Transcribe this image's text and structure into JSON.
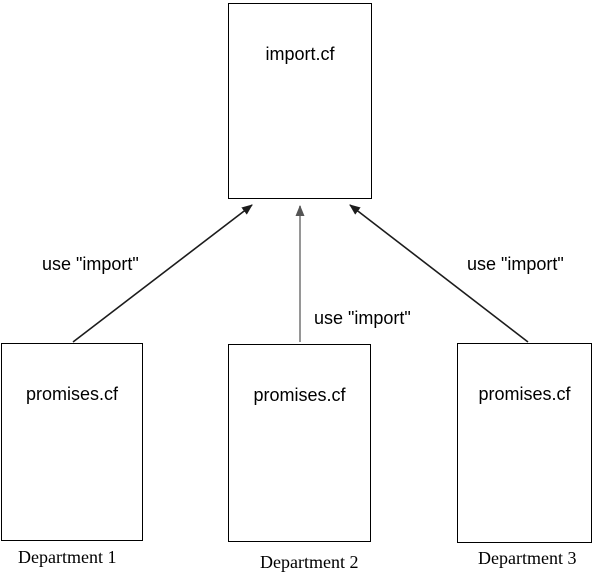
{
  "diagram": {
    "background": "#ffffff",
    "nodes": {
      "import": {
        "label": "import.cf"
      },
      "dept1": {
        "label": "promises.cf",
        "caption": "Department 1"
      },
      "dept2": {
        "label": "promises.cf",
        "caption": "Department 2"
      },
      "dept3": {
        "label": "promises.cf",
        "caption": "Department 3"
      }
    },
    "edges": [
      {
        "from": "dept1",
        "to": "import",
        "label": "use \"import\"",
        "color": "#1c1c1c",
        "head_color": "#1c1c1c"
      },
      {
        "from": "dept2",
        "to": "import",
        "label": "use \"import\"",
        "color": "#8a8a8a",
        "head_color": "#555555"
      },
      {
        "from": "dept3",
        "to": "import",
        "label": "use \"import\"",
        "color": "#1c1c1c",
        "head_color": "#1c1c1c"
      }
    ],
    "colors": {
      "box_border": "#000000",
      "text": "#000000"
    }
  }
}
